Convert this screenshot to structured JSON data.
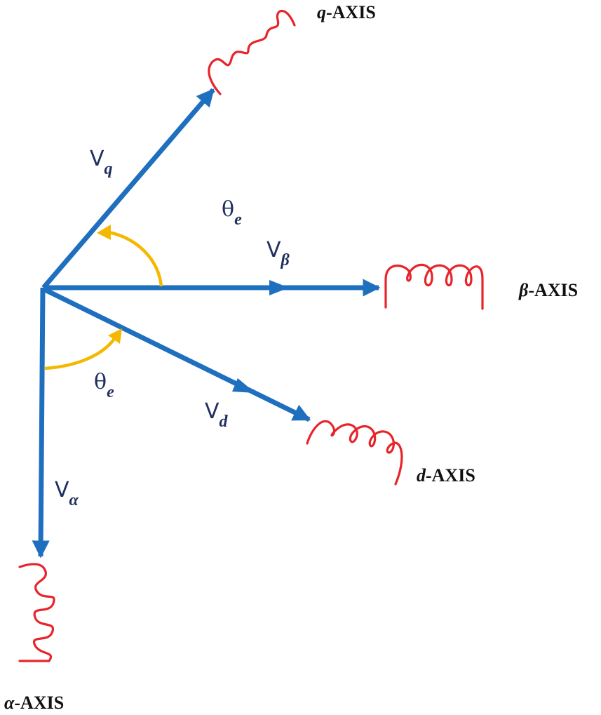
{
  "colors": {
    "vector": "#1f6fbf",
    "coil": "#e8242b",
    "angle_arc": "#f5b800",
    "label": "#1f2f5f",
    "axis_label": "#111111"
  },
  "axes": {
    "q": {
      "prefix": "q",
      "suffix": "-AXIS"
    },
    "beta": {
      "prefix": "β",
      "suffix": "-AXIS"
    },
    "d": {
      "prefix": "d",
      "suffix": "-AXIS"
    },
    "alpha": {
      "prefix": "α",
      "suffix": "-AXIS"
    }
  },
  "vectors": {
    "q": {
      "main": "V",
      "sub": "q"
    },
    "beta": {
      "main": "V",
      "sub": "β"
    },
    "d": {
      "main": "V",
      "sub": "d"
    },
    "alpha": {
      "main": "V",
      "sub": "α"
    }
  },
  "angles": {
    "upper": {
      "main": "θ",
      "sub": "e"
    },
    "lower": {
      "main": "θ",
      "sub": "e"
    }
  }
}
